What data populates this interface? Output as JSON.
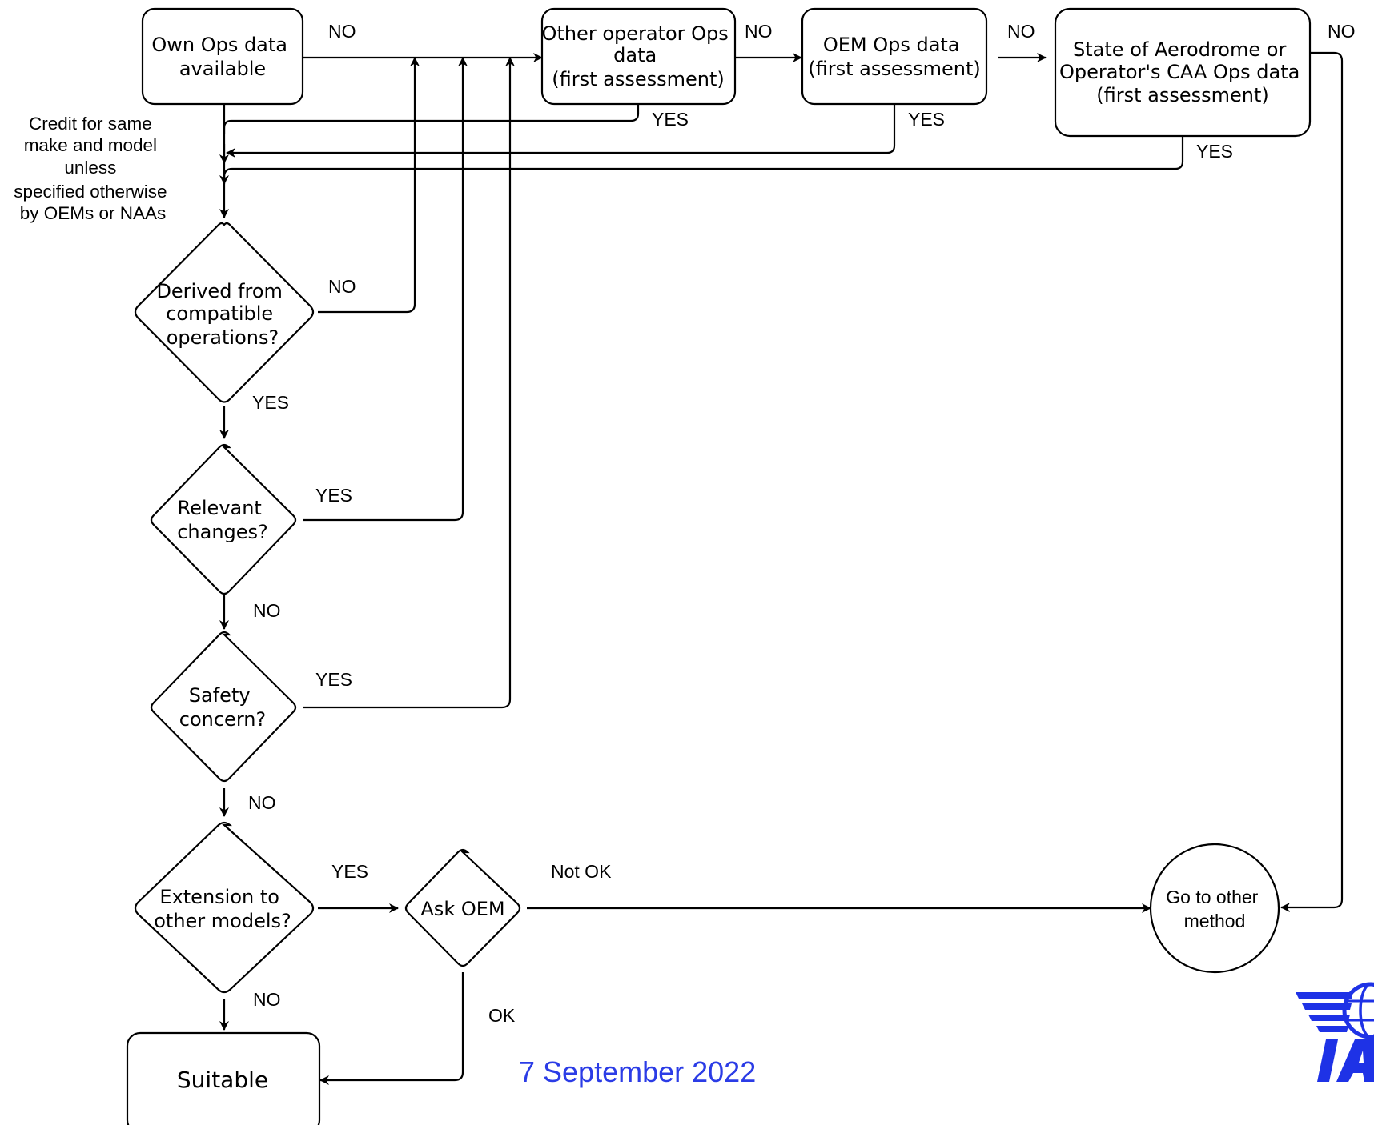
{
  "nodes": {
    "own_ops": {
      "lines": [
        "Own Ops data",
        "available"
      ]
    },
    "other_operator": {
      "lines": [
        "Other operator Ops",
        "data",
        "(first assessment)"
      ]
    },
    "oem_ops": {
      "lines": [
        "OEM Ops data",
        "(first assessment)"
      ]
    },
    "state_caa": {
      "lines": [
        "State of Aerodrome or",
        "Operator's CAA Ops data",
        "(first assessment)"
      ]
    },
    "derived": {
      "lines": [
        "Derived from",
        "compatible",
        "operations?"
      ]
    },
    "relevant_changes": {
      "lines": [
        "Relevant",
        "changes?"
      ]
    },
    "safety_concern": {
      "lines": [
        "Safety",
        "concern?"
      ]
    },
    "extension": {
      "lines": [
        "Extension to",
        "other models?"
      ]
    },
    "ask_oem": {
      "lines": [
        "Ask OEM"
      ]
    },
    "go_other": {
      "lines": [
        "Go to other",
        "method"
      ]
    },
    "suitable": {
      "lines": [
        "Suitable"
      ]
    }
  },
  "edge_labels": {
    "own_no": "NO",
    "other_no": "NO",
    "other_yes": "YES",
    "oem_no": "NO",
    "oem_yes": "YES",
    "state_no": "NO",
    "state_yes": "YES",
    "derived_no": "NO",
    "derived_yes": "YES",
    "relevant_yes": "YES",
    "relevant_no": "NO",
    "safety_yes": "YES",
    "safety_no": "NO",
    "extension_yes": "YES",
    "extension_no": "NO",
    "ask_not_ok": "Not OK",
    "ask_ok": "OK"
  },
  "note": {
    "lines": [
      "Credit for same",
      "make and model",
      "unless",
      "specified otherwise",
      "by OEMs or NAAs"
    ]
  },
  "footer": {
    "date": "7 September 2022"
  },
  "logo": {
    "text": "IATA",
    "color": "#1e32e6"
  },
  "colors": {
    "date": "#2b3ce6",
    "stroke": "#000000"
  }
}
